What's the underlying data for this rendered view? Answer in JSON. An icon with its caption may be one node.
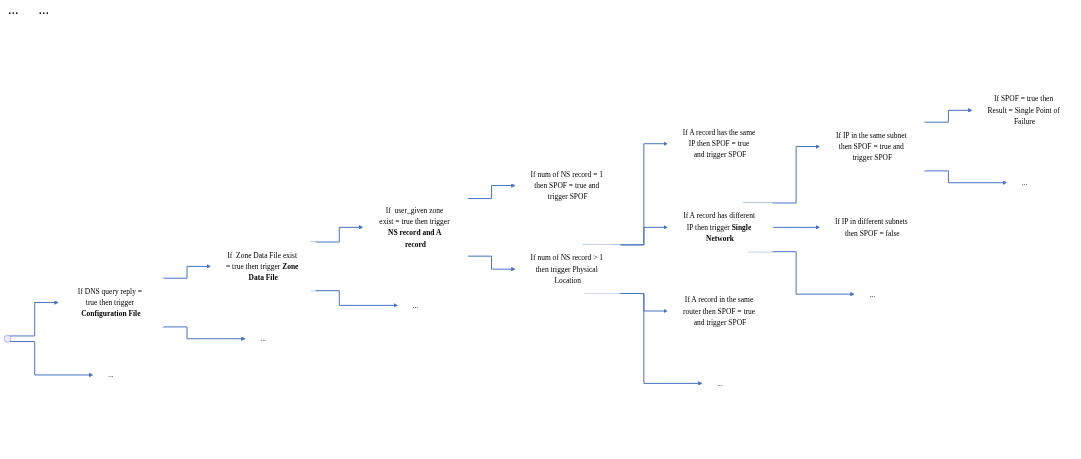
{
  "diagram": {
    "nodes": [
      {
        "text": [
          "If DNS query reply = true then trigger **Configuration File**"
        ]
      },
      {
        "text": [
          "..."
        ]
      },
      {
        "text": [
          "If  Zone Data File exist = true then trigger **Zone Data File**"
        ]
      },
      {
        "text": [
          "..."
        ]
      },
      {
        "text": [
          "If  user_given zone exist = true then trigger **NS record and A record**"
        ]
      },
      {
        "text": [
          "..."
        ]
      },
      {
        "text": [
          "If num of NS record = 1 then SPOF = true and trigger SPOF"
        ]
      },
      {
        "text": [
          "If num of NS record > 1 then trigger Physical Location"
        ]
      },
      {
        "text": [
          "If A record has the same IP then SPOF = true and trigger SPOF"
        ]
      },
      {
        "text": [
          "If A record has different IP then trigger **Single Network**"
        ]
      },
      {
        "text": [
          "If A record in the same router then SPOF = true and trigger SPOF"
        ]
      },
      {
        "text": [
          "..."
        ]
      },
      {
        "text": [
          "If IP in the same subnet then SPOF = true and trigger SPOF"
        ]
      },
      {
        "text": [
          "If IP in different subnets then SPOF = false"
        ]
      },
      {
        "text": [
          "..."
        ]
      },
      {
        "text": [
          "If SPOF = true then Result = Single Point of Failure"
        ]
      },
      {
        "text": [
          "..."
        ]
      }
    ],
    "edges": [
      {
        "from": null,
        "to": 0,
        "arrow": "to"
      },
      {
        "from": null,
        "to": 1,
        "arrow": "to"
      },
      {
        "from": 0,
        "to": 2,
        "arrow": "to"
      },
      {
        "from": 0,
        "to": 3,
        "arrow": "to"
      },
      {
        "from": 2,
        "to": 4,
        "arrow": "to"
      },
      {
        "from": 2,
        "to": 5,
        "arrow": "to"
      },
      {
        "from": 4,
        "to": 6,
        "arrow": "to"
      },
      {
        "from": 4,
        "to": 7,
        "arrow": "to"
      },
      {
        "from": 7,
        "to": 8,
        "arrow": "to"
      },
      {
        "from": 7,
        "to": 9,
        "arrow": "to"
      },
      {
        "from": 7,
        "to": 10,
        "arrow": "to"
      },
      {
        "from": 7,
        "to": 11,
        "arrow": "to"
      },
      {
        "from": 9,
        "to": 12,
        "arrow": "to"
      },
      {
        "from": 9,
        "to": 13,
        "arrow": "to"
      },
      {
        "from": 9,
        "to": 14,
        "arrow": "to"
      },
      {
        "from": 12,
        "to": 15,
        "arrow": "to"
      },
      {
        "from": 12,
        "to": 16,
        "arrow": "to"
      }
    ],
    "labels": [
      "...",
      "..."
    ]
  }
}
